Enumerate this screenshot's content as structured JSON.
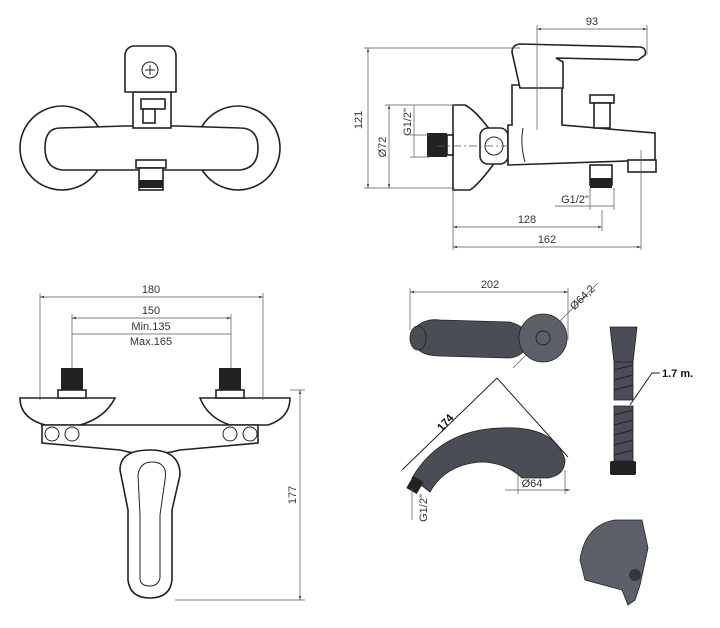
{
  "title": "Bath mixer technical drawing",
  "side_view": {
    "handle_reach": "93",
    "height": "121",
    "flange_diameter": "Ø72",
    "inlet_thread": "G1/2\"",
    "outlet_thread": "G1/2\"",
    "outlet_distance": "128",
    "total_length": "162"
  },
  "top_view": {
    "total_width": "180",
    "center_distance": "150",
    "min_distance": "Min.135",
    "max_distance": "Max.165",
    "height": "177"
  },
  "shower": {
    "handset_length": "202",
    "head_diameter": "Ø64,2",
    "hose_length": "1.7 m.",
    "handset_reach": "174",
    "face_diameter": "Ø64",
    "connection_thread": "G1/2\""
  },
  "colors": {
    "line": "#222222",
    "handset": "#4a4d55"
  }
}
